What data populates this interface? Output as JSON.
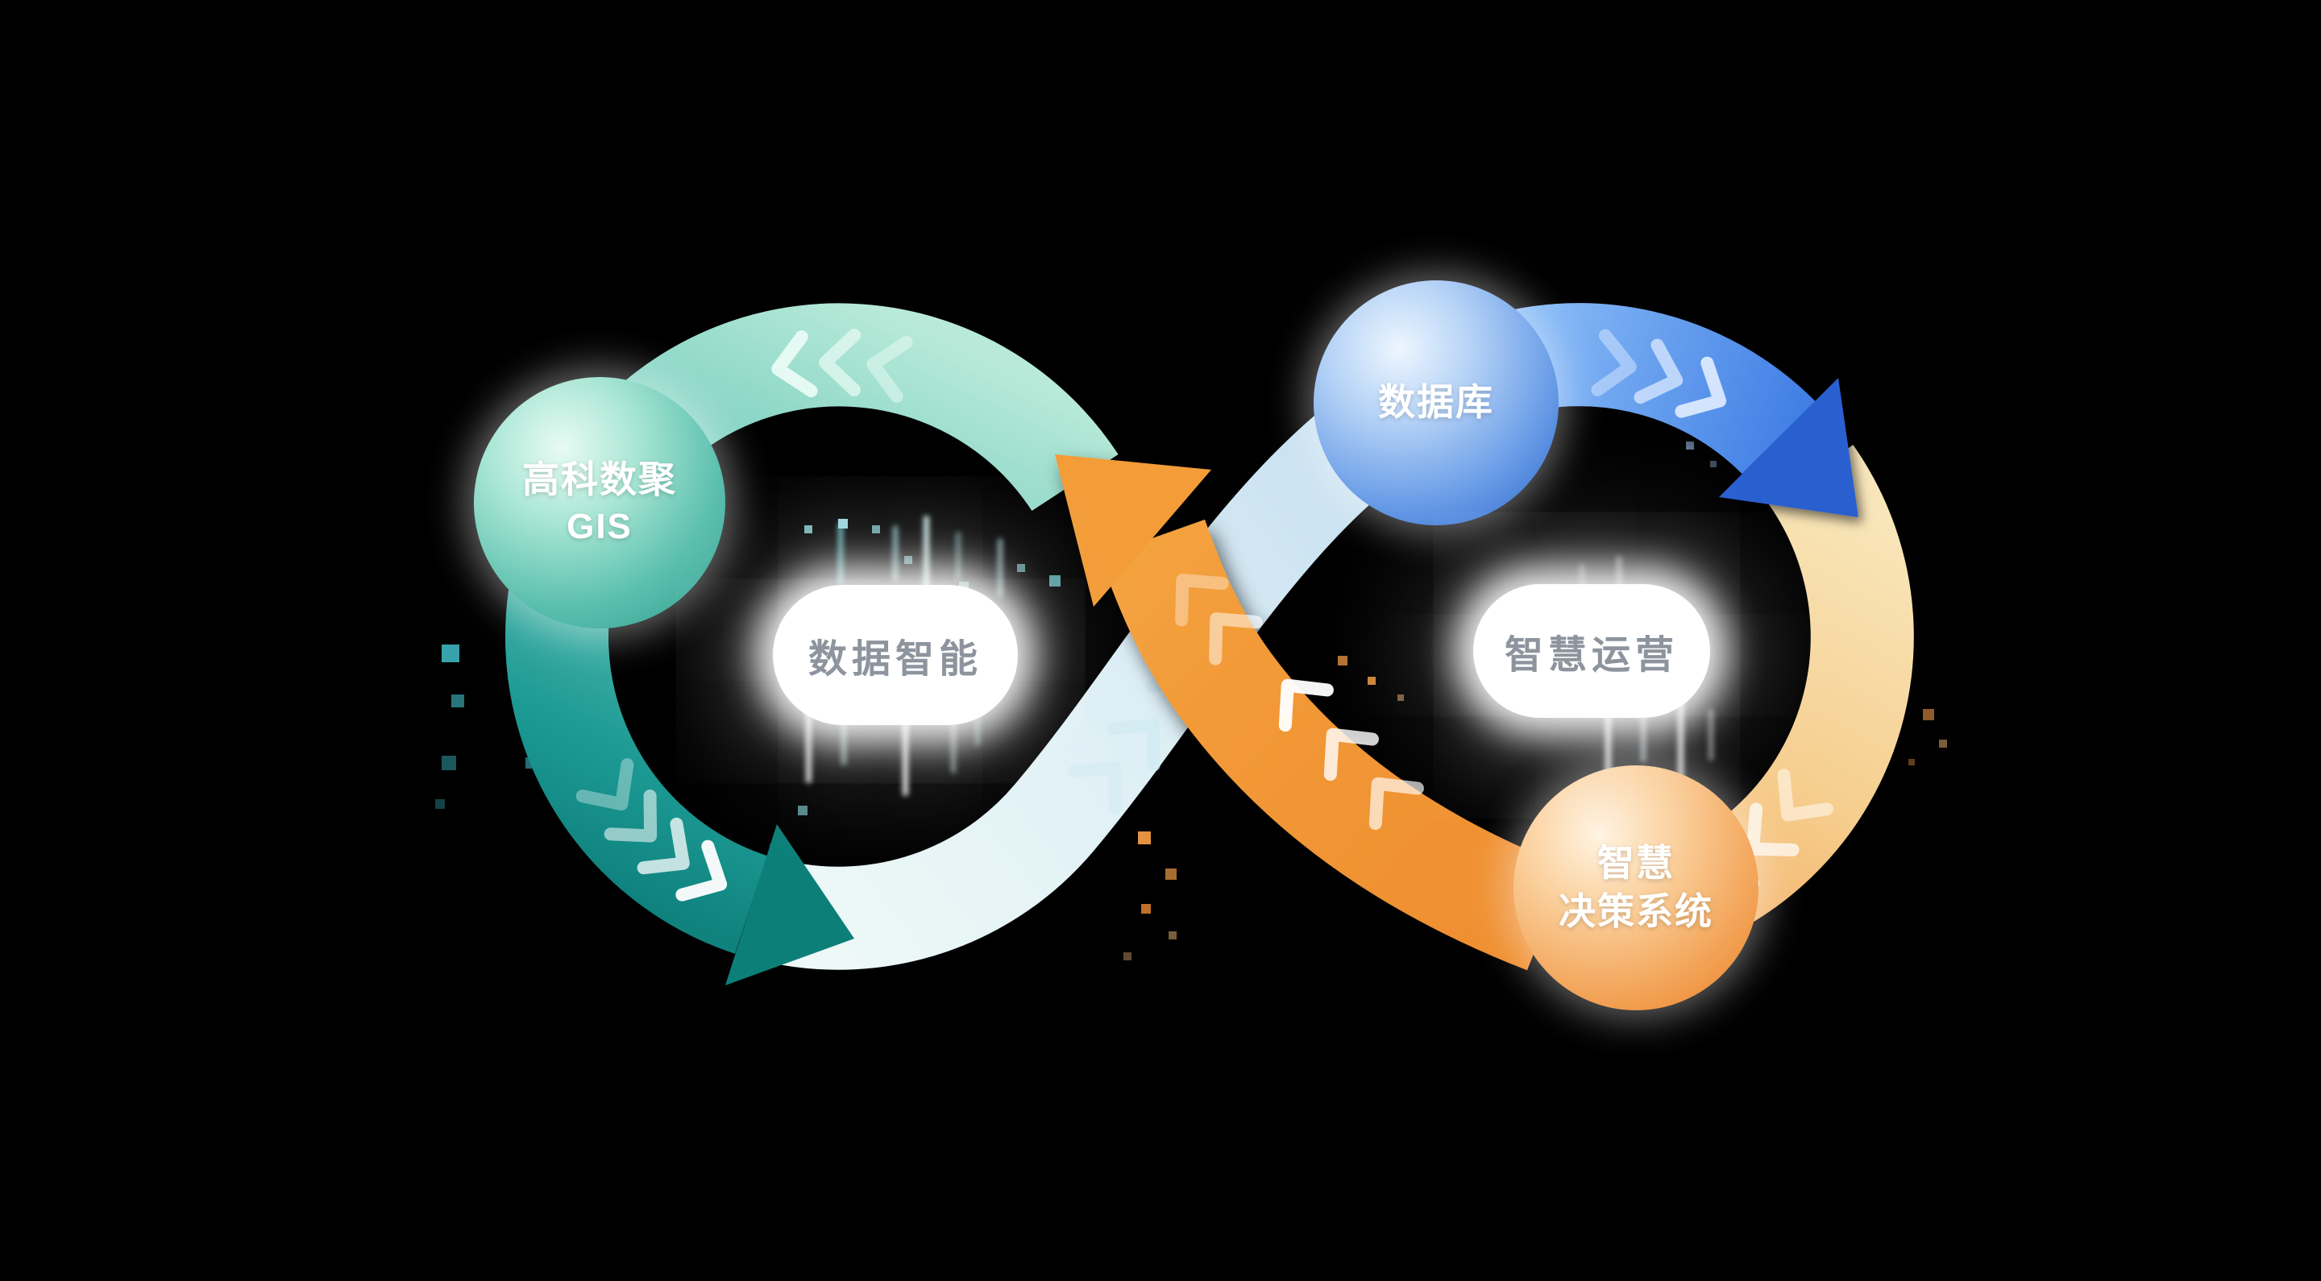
{
  "diagram": {
    "kind": "infinity-flow",
    "background": "#000000"
  },
  "nodes": {
    "gis_bubble": {
      "line1": "高科数聚",
      "line2": "GIS"
    },
    "database_bubble": {
      "label": "数据库"
    },
    "decision_bubble": {
      "line1": "智慧",
      "line2": "决策系统"
    }
  },
  "loop_labels": {
    "left": "数据智能",
    "right": "智慧运营"
  },
  "colors": {
    "teal": "#1d9a94",
    "teal_light": "#b9ead9",
    "pale_band": "#cfe4f2",
    "blue": "#2f6fdd",
    "cream": "#f6ddab",
    "orange": "#f0912f",
    "pill_text": "#8e949e",
    "node_text": "#ffffff"
  }
}
